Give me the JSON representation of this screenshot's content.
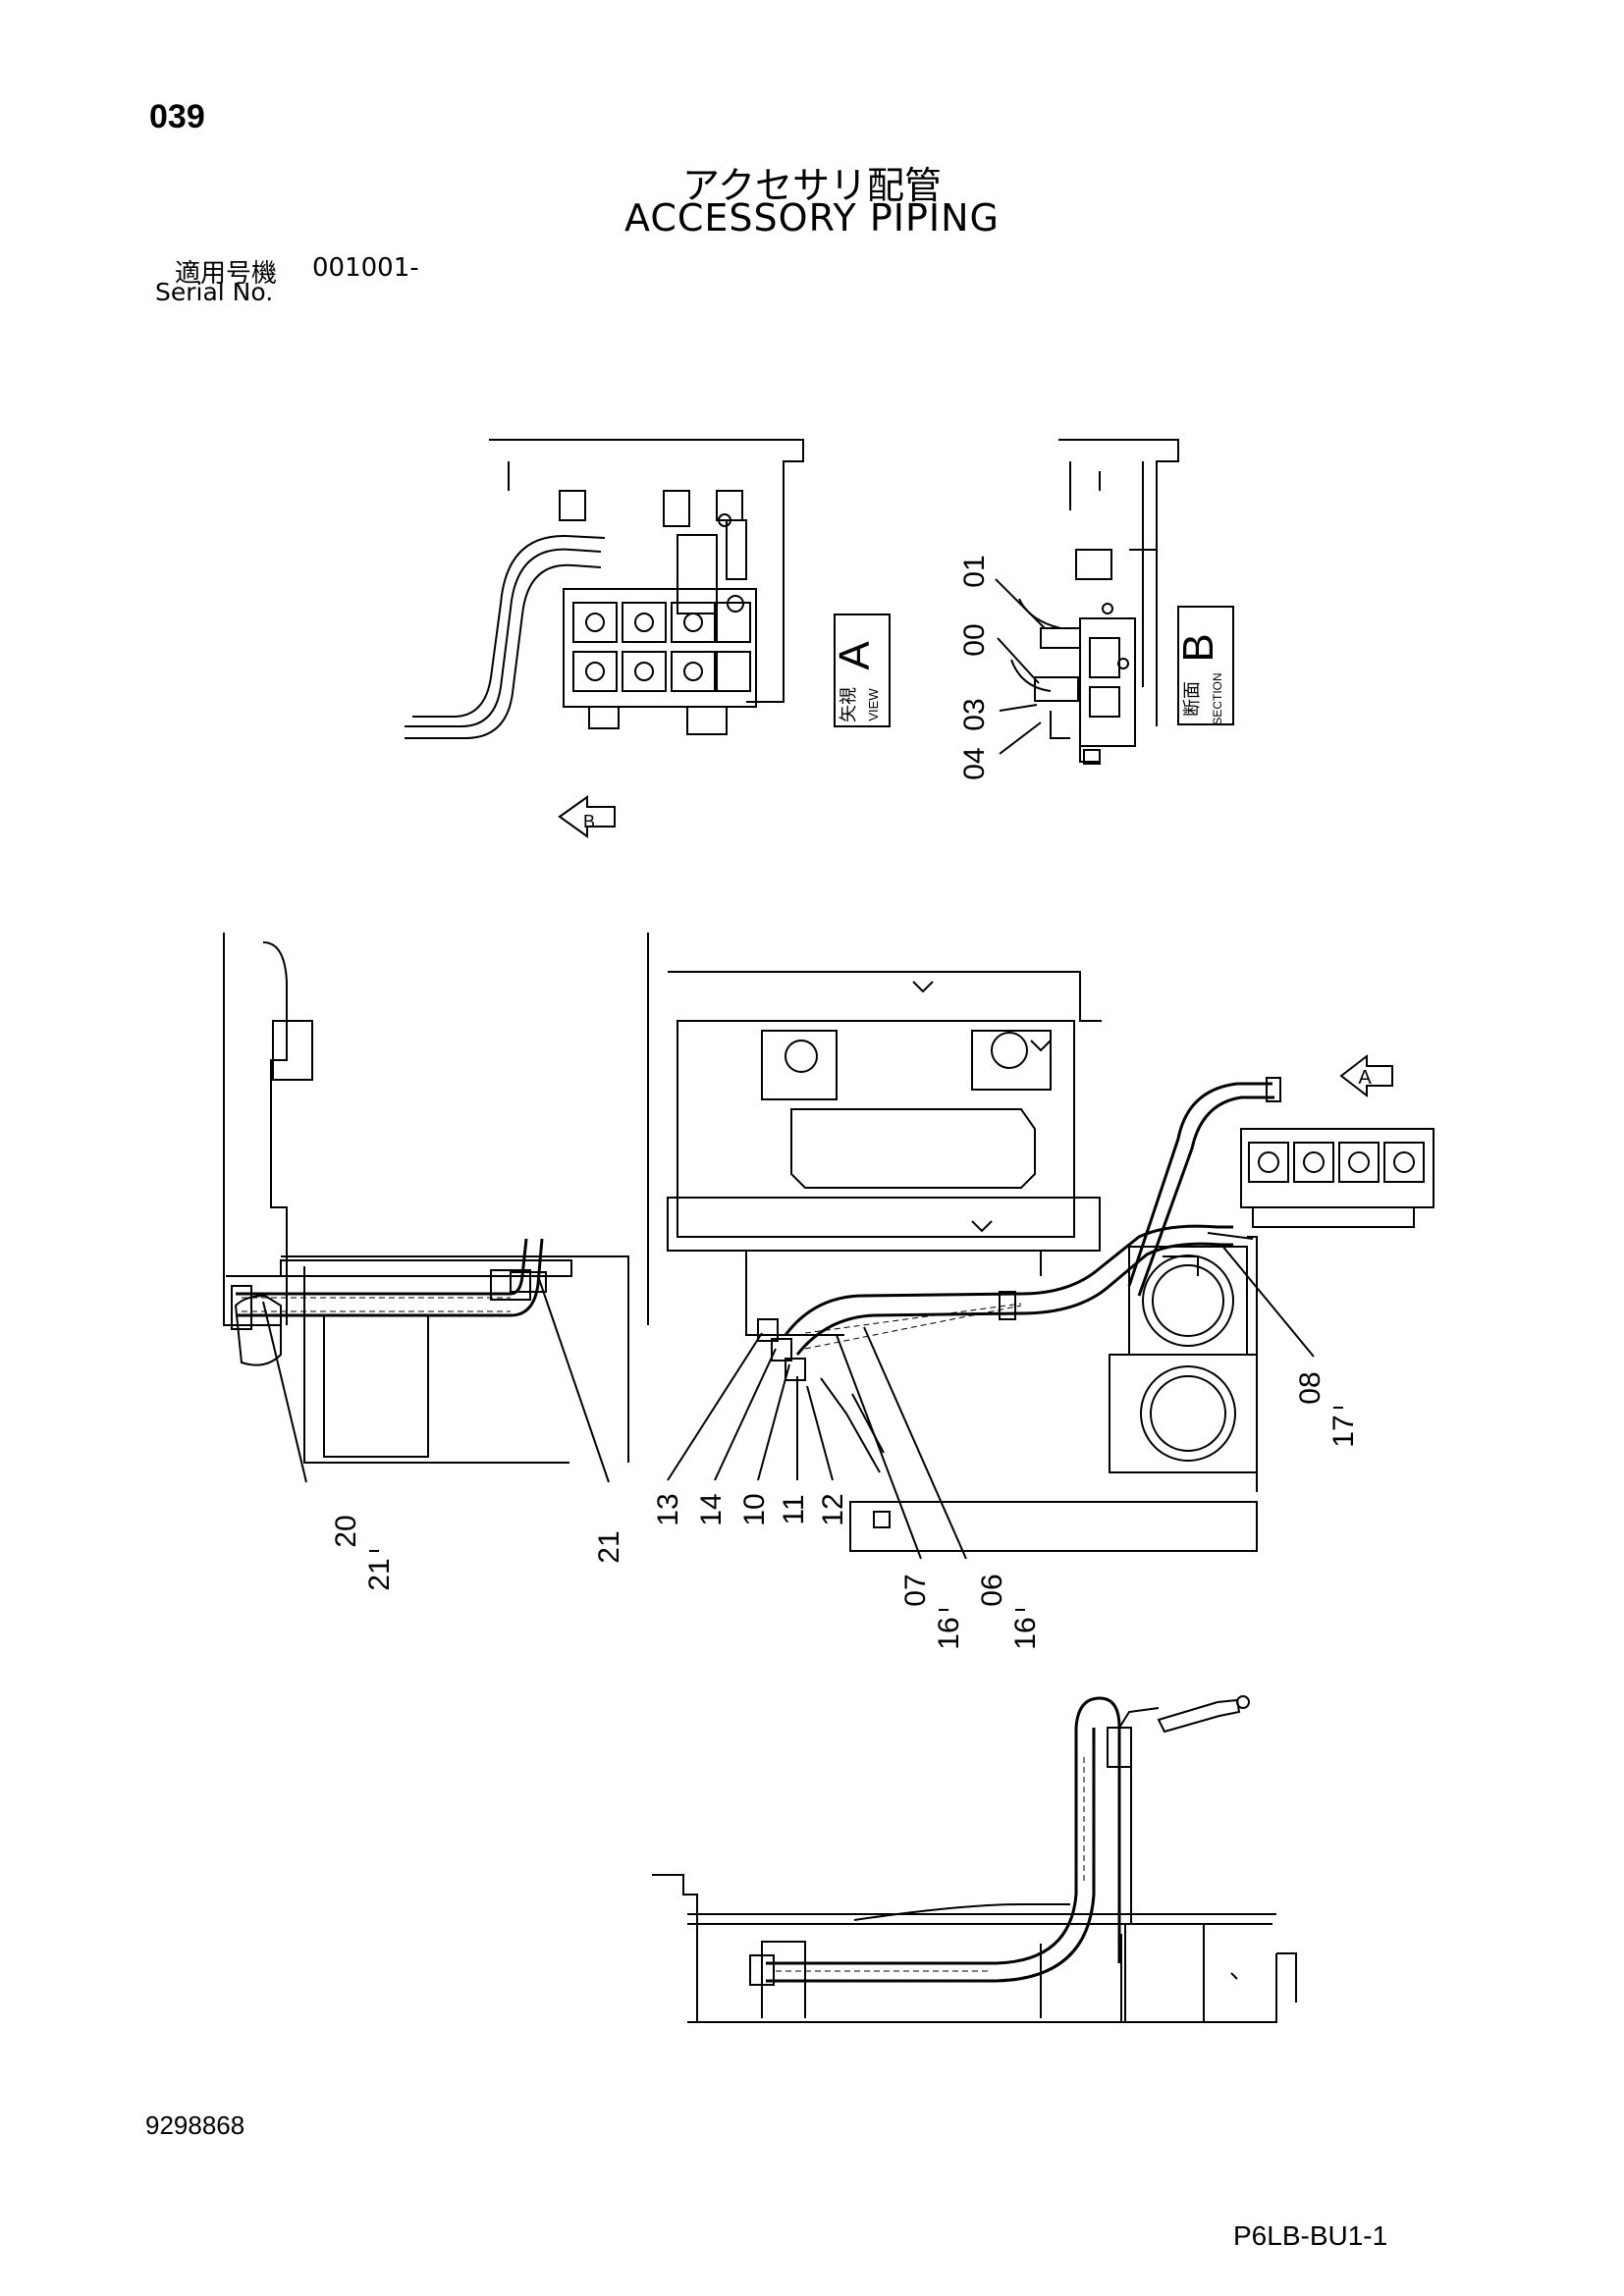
{
  "header": {
    "page_number": "039",
    "title_jp": "アクセサリ配管",
    "title_en": "ACCESSORY PIPING",
    "serial_label_jp": "適用号機",
    "serial_value": "001001-",
    "serial_label_en": "Serial No."
  },
  "view_labels": {
    "view_a": {
      "jp": "矢視",
      "en": "VIEW",
      "letter": "A"
    },
    "section_b": {
      "jp": "断面",
      "en": "SECTION",
      "letter": "B"
    },
    "arrow_a": "A",
    "arrow_b": "B"
  },
  "callouts_top": [
    "01",
    "00",
    "03",
    "04"
  ],
  "callouts_main": [
    "13",
    "14",
    "10",
    "11",
    "12",
    "20",
    "21",
    "21",
    "07",
    "16",
    "06",
    "16",
    "08",
    "17"
  ],
  "footer": {
    "doc_code": "9298868",
    "page_code": "P6LB-BU1-1"
  }
}
